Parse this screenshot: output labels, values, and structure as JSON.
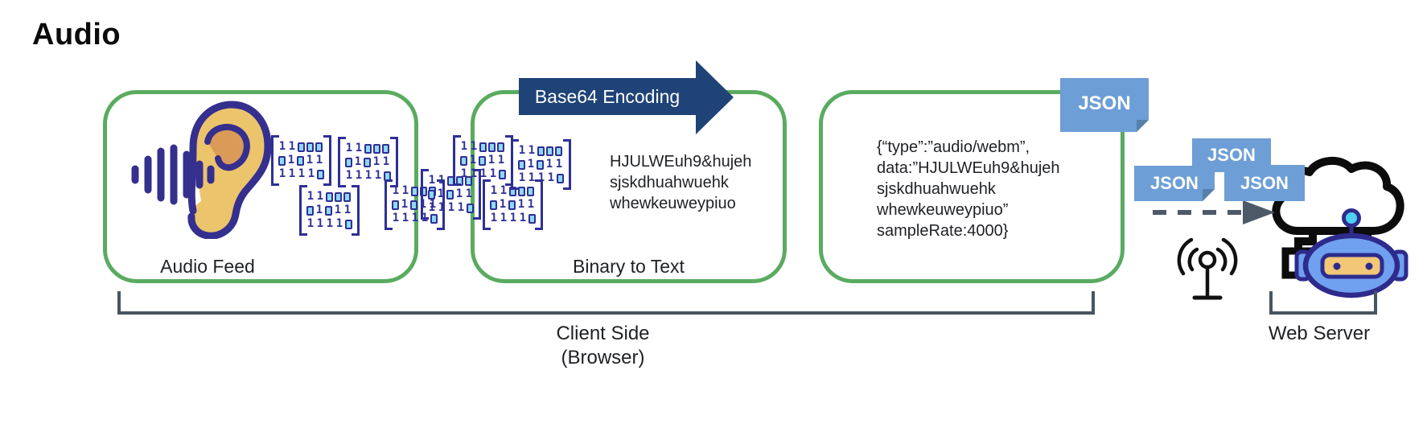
{
  "title": "Audio",
  "audio_feed_box": {
    "label": "Audio Feed"
  },
  "binary_box": {
    "label": "Binary to Text",
    "arrow_label": "Base64 Encoding",
    "encoded_lines": [
      "HJULWEuh9&hujeh",
      "sjskdhuahwuehk",
      "whewkeuweypiuo"
    ]
  },
  "json_box": {
    "tab_label": "JSON",
    "payload_lines": [
      "{“type”:”audio/webm”,",
      "data:”HJULWEuh9&hujeh",
      "sjskdhuahwuehk",
      "whewkeuweypiuo”",
      "sampleRate:4000}"
    ]
  },
  "binary_matrix": {
    "rows": [
      "11000",
      "01011",
      "11110"
    ],
    "count": 8
  },
  "json_packets": {
    "top": "JSON",
    "left": "JSON",
    "right": "JSON"
  },
  "labels": {
    "client_side": "Client Side",
    "client_side_sub": "(Browser)",
    "web_server": "Web Server"
  },
  "icons": {
    "ear": "ear-listening-icon",
    "sound_waves": "sound-waves-icon",
    "antenna": "radio-antenna-icon",
    "cloud_server": "cloud-server-icon",
    "robot": "robot-icon",
    "flow_arrow": "dashed-flow-arrow-icon",
    "encode_arrow": "base64-encoding-arrow"
  },
  "colors": {
    "box_border_green": "#5aab60",
    "arrow_navy": "#1f4377",
    "json_blue": "#6d9ed6",
    "json_fold_blue": "#5580ab",
    "binary_indigo": "#2f2f96",
    "binary_zero_fill": "#8fd8f6",
    "bracket_slate": "#485562",
    "text": "#1f2125"
  }
}
